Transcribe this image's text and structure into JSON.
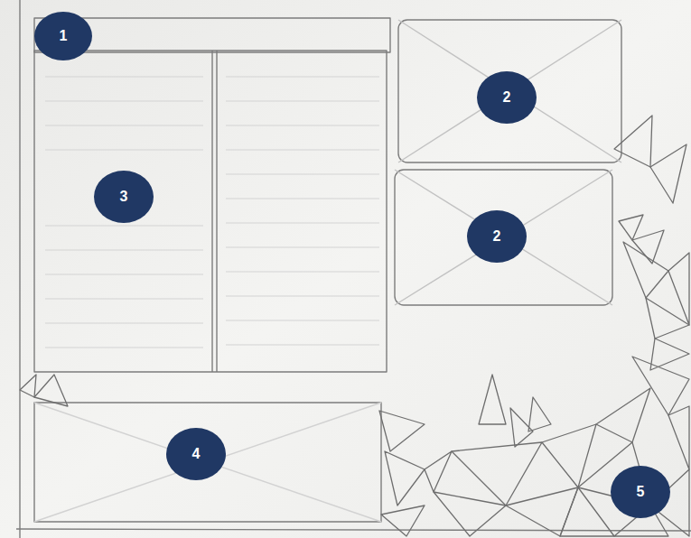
{
  "diagram": {
    "nodes": [
      {
        "text": [
          "1"
        ]
      },
      {
        "text": [
          "2"
        ]
      },
      {
        "text": [
          "3"
        ]
      },
      {
        "text": [
          "2"
        ]
      },
      {
        "text": [
          "4"
        ]
      },
      {
        "text": [
          "5"
        ]
      }
    ]
  }
}
